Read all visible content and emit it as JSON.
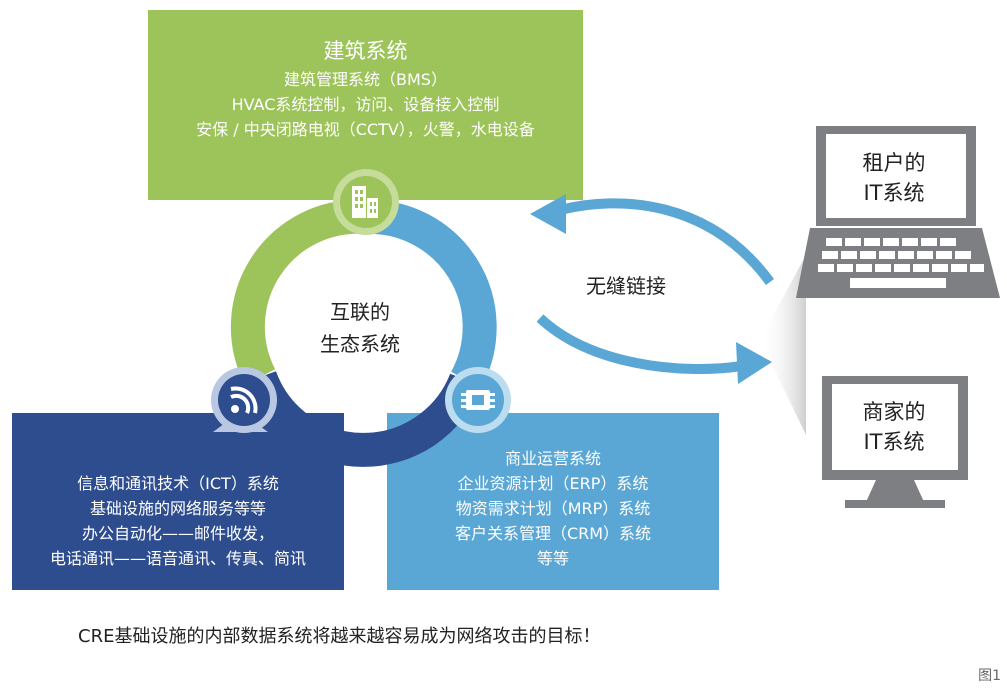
{
  "building": {
    "title": "建筑系统",
    "lines": [
      "建筑管理系统（BMS）",
      "HVAC系统控制，访问、设备接入控制",
      "安保 / 中央闭路电视（CCTV），火警，水电设备"
    ]
  },
  "ict": {
    "lines": [
      "信息和通讯技术（ICT）系统",
      "基础设施的网络服务等等",
      "办公自动化——邮件收发，",
      "电话通讯——语音通讯、传真、简讯"
    ]
  },
  "biz": {
    "lines": [
      "商业运营系统",
      "企业资源计划（ERP）系统",
      "物资需求计划（MRP）系统",
      "客户关系管理（CRM）系统",
      "等等"
    ]
  },
  "center": {
    "line1": "互联的",
    "line2": "生态系统"
  },
  "connection_label": "无缝链接",
  "tenant": {
    "line1": "租户的",
    "line2": "IT系统"
  },
  "merchant": {
    "line1": "商家的",
    "line2": "IT系统"
  },
  "caption": "CRE基础设施的内部数据系统将越来越容易成为网络攻击的目标！",
  "figure_label": "图1",
  "icons": [
    "building-icon",
    "wifi-icon",
    "chip-icon",
    "laptop-icon",
    "monitor-icon"
  ],
  "colors": {
    "green": "#9dc35b",
    "dark_blue": "#2e4d8f",
    "light_blue": "#5aa7d6",
    "device_gray": "#7d7f83"
  }
}
